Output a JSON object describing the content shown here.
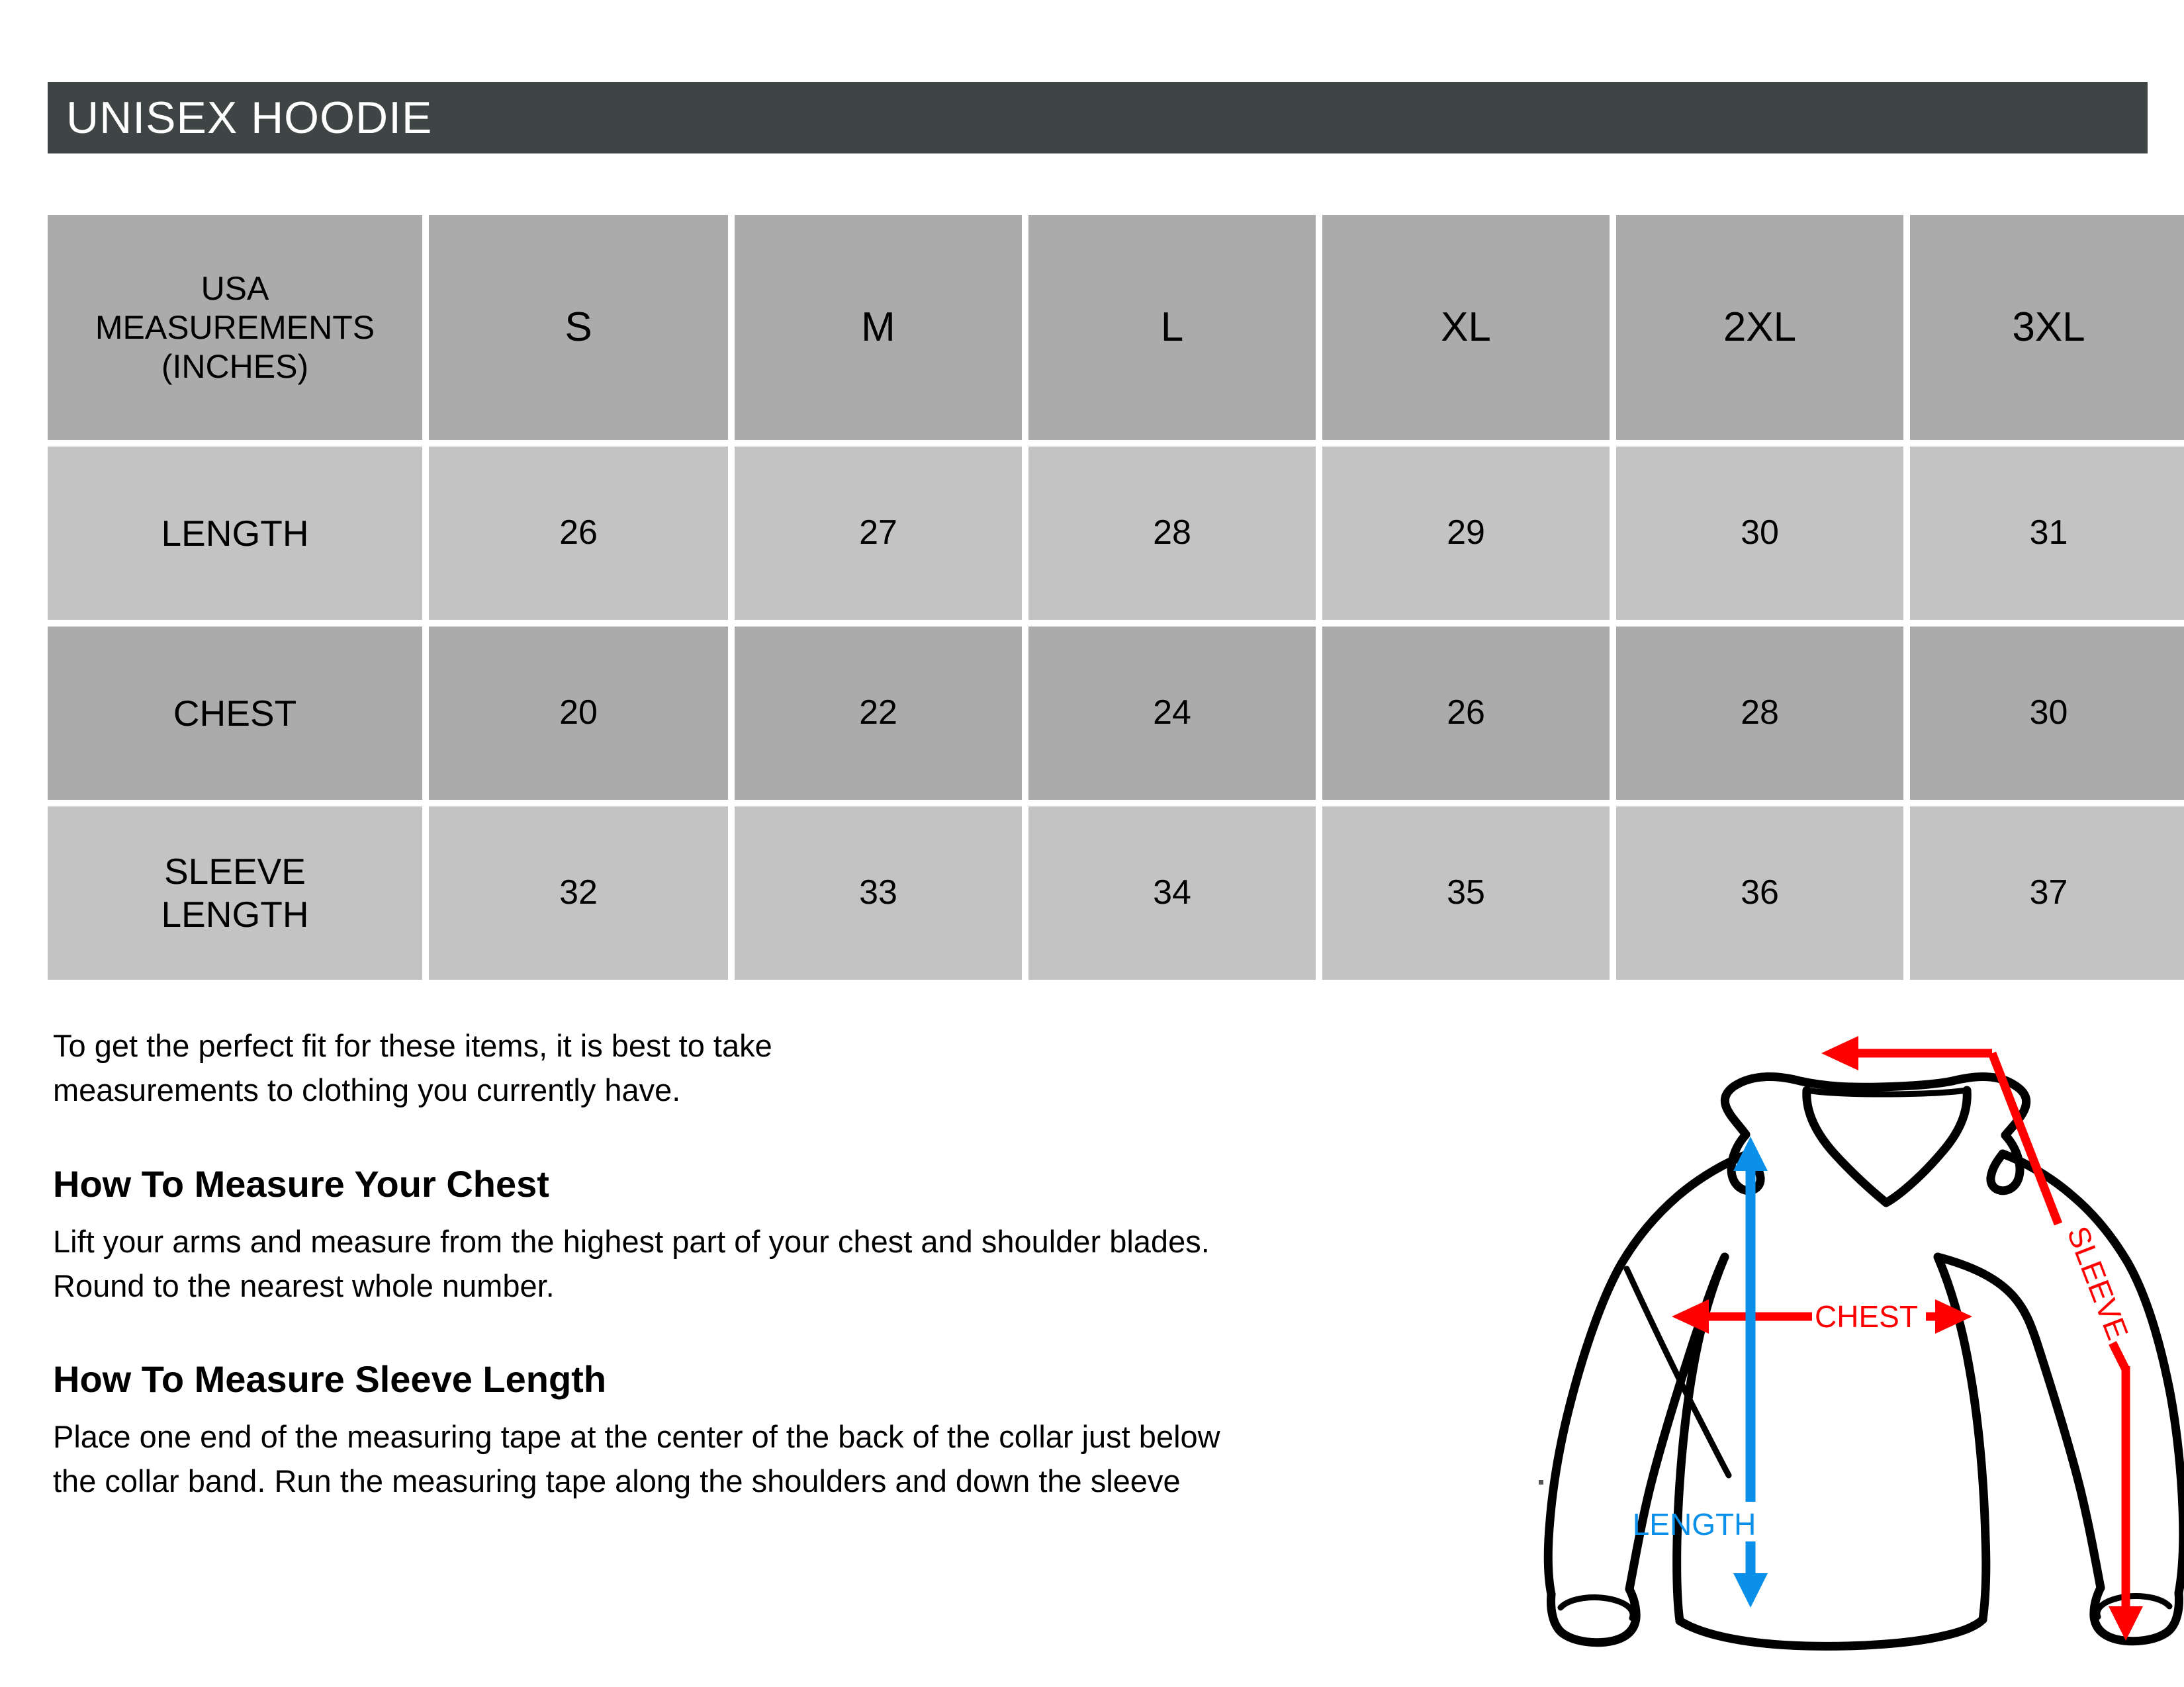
{
  "header": {
    "title": "UNISEX HOODIE",
    "bar_color": "#3f4544",
    "text_color": "#ffffff"
  },
  "size_table": {
    "corner_label": "USA\nMEASUREMENTS\n(INCHES)",
    "sizes": [
      "S",
      "M",
      "L",
      "XL",
      "2XL",
      "3XL"
    ],
    "rows": [
      {
        "label": "LENGTH",
        "values": [
          "26",
          "27",
          "28",
          "29",
          "30",
          "31"
        ]
      },
      {
        "label": "CHEST",
        "values": [
          "20",
          "22",
          "24",
          "26",
          "28",
          "30"
        ]
      },
      {
        "label": "SLEEVE\nLENGTH",
        "values": [
          "32",
          "33",
          "34",
          "35",
          "36",
          "37"
        ]
      }
    ],
    "row_colors": {
      "dark": "#ababab",
      "light": "#c3c3c3"
    }
  },
  "info": {
    "intro": "To get the perfect fit for these items, it is best to take\nmeasurements to clothing you currently have.",
    "chest_heading": "How To Measure Your Chest",
    "chest_body": "Lift your arms and measure from the highest part of your chest and shoulder blades.\nRound to the nearest whole number.",
    "sleeve_heading": "How To Measure Sleeve Length",
    "sleeve_body": "Place one end of the measuring tape at the center of the back of the collar just below\nthe collar band. Run the measuring tape along the shoulders and down the sleeve"
  },
  "diagram": {
    "chest_label": "CHEST",
    "length_label": "LENGTH",
    "sleeve_label": "SLEEVE",
    "chest_arrow_color": "#ff0000",
    "sleeve_arrow_color": "#ff0000",
    "length_arrow_color": "#0a90e8",
    "outline_color": "#000000"
  }
}
